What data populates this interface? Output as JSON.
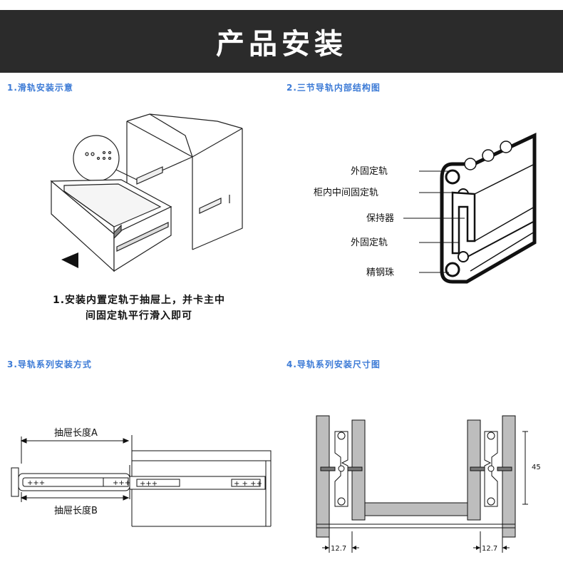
{
  "banner": {
    "title": "产品安装"
  },
  "sections": {
    "s1": {
      "title": "1.滑轨安装示意",
      "caption_line1": "1.安装内置定轨于抽屉上，并卡主中",
      "caption_line2": "间固定轨平行滑入即可"
    },
    "s2": {
      "title": "2.三节导轨内部结构图",
      "labels": [
        "外固定轨",
        "柜内中间固定轨",
        "保持器",
        "外固定轨",
        "精钢珠"
      ]
    },
    "s3": {
      "title": "3.导轨系列安装方式",
      "dim_a": "抽屉长度A",
      "dim_b": "抽屉长度B"
    },
    "s4": {
      "title": "4.导轨系列安装尺寸图",
      "height": "45",
      "gap_left": "12.7",
      "gap_right": "12.7"
    }
  }
}
